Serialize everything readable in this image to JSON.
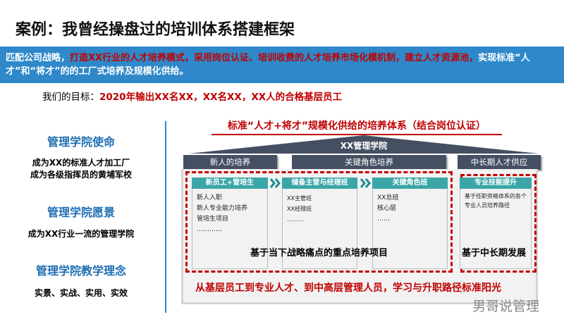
{
  "title": "案例：我曾经操盘过的培训体系搭建框架",
  "band": {
    "prefix": "匹配公司战略，",
    "red": "打造XX行业的人才培养模式，采用岗位认证、培训收费的人才培养市场化模机制，建立人才资源池，",
    "suffix": "实现标准“人才”和“将才”的的工厂式培养及规模化供给。"
  },
  "goal": {
    "label": "我们的目标：",
    "value": "2020年输出XX名XX，XX名XX，XX人的合格基层员工"
  },
  "left": [
    {
      "heading": "管理学院使命",
      "lines": [
        "成为XX的标准人才加工厂",
        "成为各级指挥员的黄埔军校"
      ]
    },
    {
      "heading": "管理学院愿景",
      "lines": [
        "成为XX行业一流的管理学院"
      ]
    },
    {
      "heading": "管理学院教学理念",
      "lines": [
        "实景、实战、实用、实效"
      ]
    }
  ],
  "right": {
    "title": "标准“人才+将才”规模化供给的培养体系（结合岗位认证）",
    "roof": "XX管理学院",
    "tiers": [
      "新人的培养",
      "关键角色培养",
      "中长期人才供应"
    ],
    "columns": [
      {
        "header": "新员工+管培生",
        "items": [
          "新人入职",
          "新人专业能力培养",
          "管培生项目",
          "…………"
        ]
      },
      {
        "header": "储备主管与经理班",
        "items": [
          "XX主管班",
          "XX经理班",
          "………"
        ]
      },
      {
        "header": "关键角色班",
        "items": [
          "XX总班",
          "核心层",
          "……"
        ]
      },
      {
        "header": "专业技能提升",
        "items": [
          "基于任职资格体系的各个专业人员培养路径"
        ]
      }
    ],
    "mid_label": "基于当下战略痛点的重点培养项目",
    "long_label": "基于中长期发展",
    "bottom": "从基层员工到专业人才、到中高层管理人员，学习与升职路径标准阳光",
    "watermark": "男哥说管理"
  }
}
